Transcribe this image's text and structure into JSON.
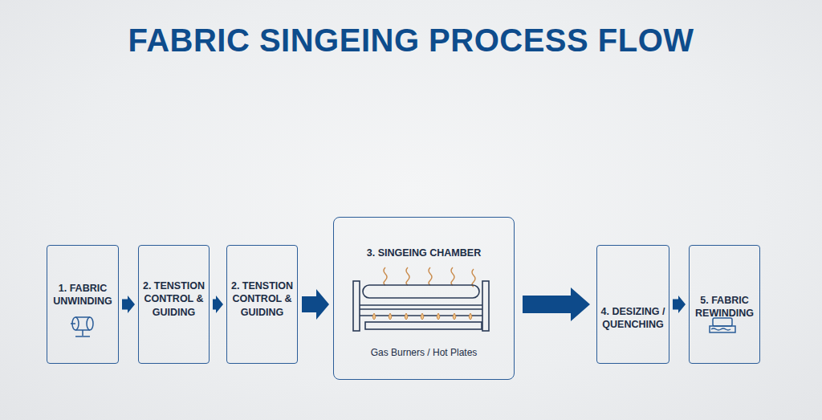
{
  "diagram": {
    "title": "FABRIC SINGEING PROCESS FLOW",
    "nodes": [
      {
        "text": [
          "1. FABRIC UNWINDING"
        ]
      },
      {
        "text": [
          "2. TENSTION CONTROL & GUIDING"
        ]
      },
      {
        "text": [
          "2. TENSTION CONTROL & GUIDING"
        ]
      },
      {
        "text": [
          "3. SINGEING CHAMBER",
          "Gas Burners / Hot Plates"
        ]
      },
      {
        "text": [
          "4. DESIZING / QUENCHING"
        ]
      },
      {
        "text": [
          "5. FABRIC REWINDING"
        ]
      }
    ],
    "edges": [
      {
        "from": 0,
        "to": 1,
        "arrow": "to"
      },
      {
        "from": 1,
        "to": 2,
        "arrow": "to"
      },
      {
        "from": 2,
        "to": 3,
        "arrow": "to"
      },
      {
        "from": 3,
        "to": 4,
        "arrow": "to"
      },
      {
        "from": 4,
        "to": 5,
        "arrow": "to"
      }
    ]
  }
}
